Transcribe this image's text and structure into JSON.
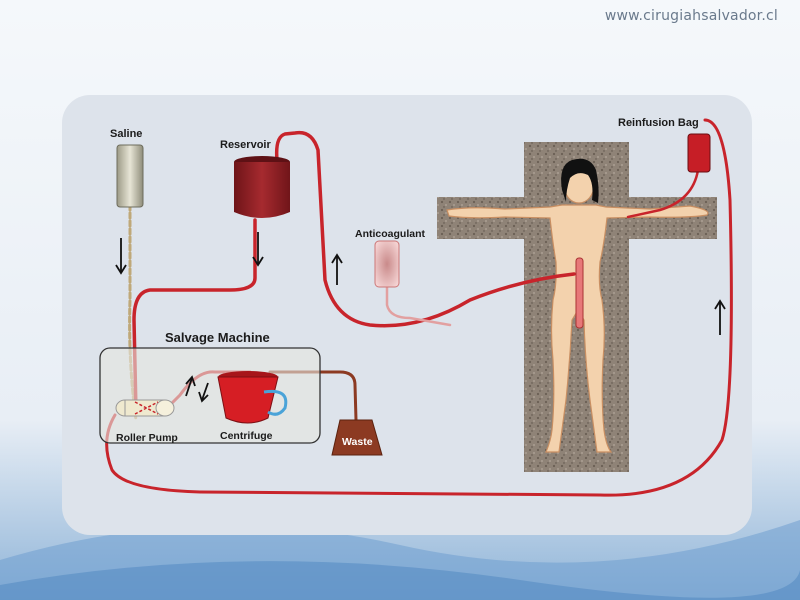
{
  "site": {
    "url": "www.cirugiahsalvador.cl"
  },
  "diagram": {
    "labels": {
      "saline": "Saline",
      "reservoir": "Reservoir",
      "anticoagulant": "Anticoagulant",
      "reinfusion_bag": "Reinfusion Bag",
      "salvage_machine": "Salvage Machine",
      "roller_pump": "Roller Pump",
      "centrifuge": "Centrifuge",
      "waste": "Waste"
    }
  },
  "colors": {
    "tube": "#c8242b",
    "reservoir": "#8e1d22",
    "centrifuge": "#d61e24",
    "waste": "#8c3a22",
    "saline_line": "#bfa878",
    "anticoag_line": "#e2a0a0",
    "table": "#8c8074"
  }
}
